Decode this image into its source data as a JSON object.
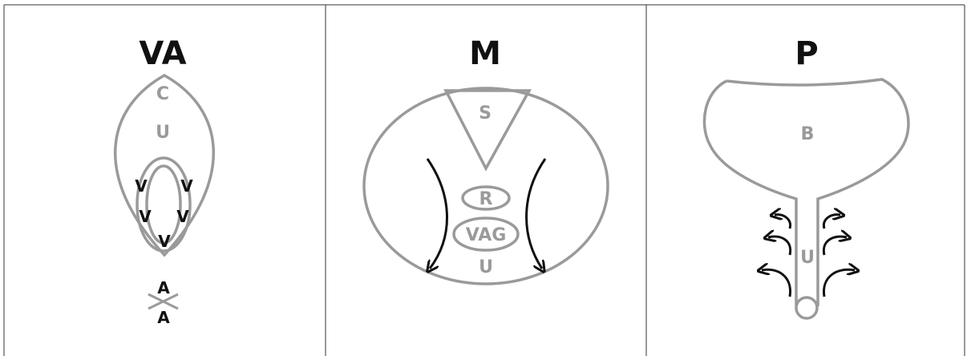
{
  "panels": [
    {
      "title": "VA",
      "labels": {
        "top": "C",
        "middle": "U",
        "v": "V",
        "a": "A"
      }
    },
    {
      "title": "M",
      "labels": {
        "top": "S",
        "r": "R",
        "vag": "VAG",
        "u": "U"
      }
    },
    {
      "title": "P",
      "labels": {
        "bladder": "B",
        "urethra": "U"
      }
    }
  ],
  "colors": {
    "outline": "#9a9a9a",
    "arrows": "#111111",
    "border": "#333333"
  }
}
